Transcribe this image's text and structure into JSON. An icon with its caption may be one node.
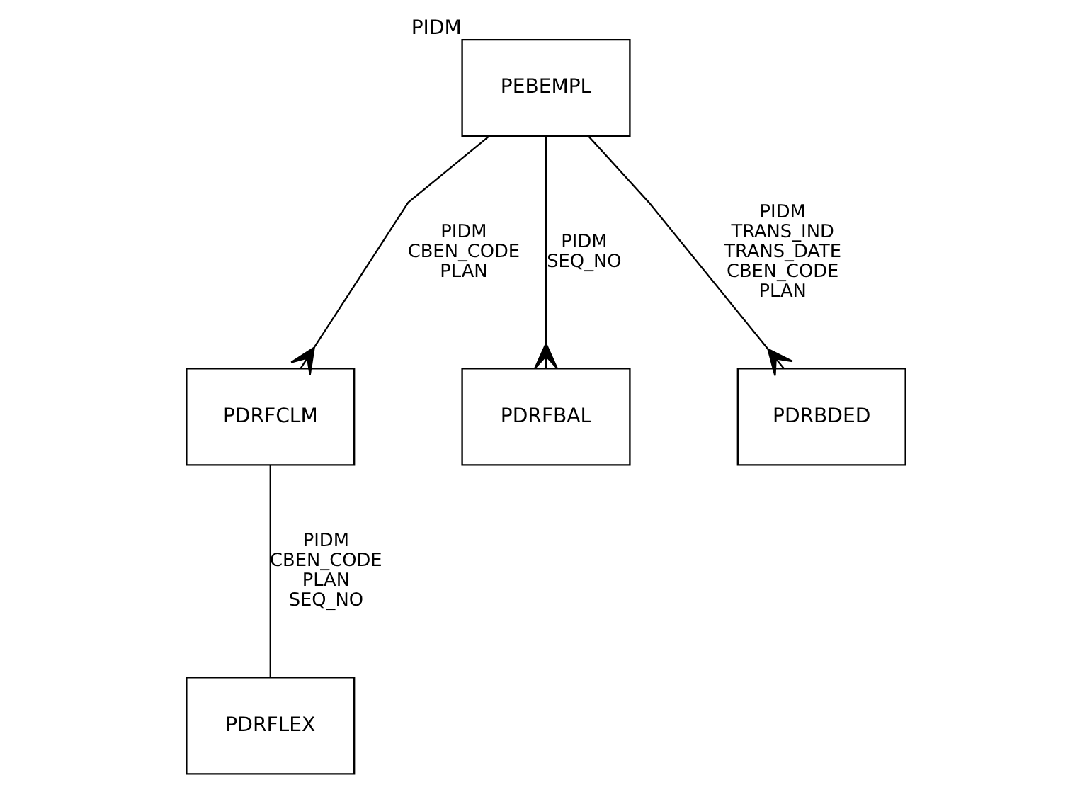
{
  "diagram": {
    "nodes": [
      {
        "text": [
          "PEBEMPL"
        ],
        "beside": [
          "PIDM"
        ]
      },
      {
        "text": [
          "PDRFCLM"
        ]
      },
      {
        "text": [
          "PDRFBAL"
        ]
      },
      {
        "text": [
          "PDRBDED"
        ]
      },
      {
        "text": [
          "PDRFLEX"
        ]
      }
    ],
    "edges": [
      {
        "from": 0,
        "to": 1,
        "arrow": "other",
        "label": "PIDM CBEN_CODE PLAN"
      },
      {
        "from": 0,
        "to": 2,
        "arrow": "other",
        "label": "PIDM SEQ_NO"
      },
      {
        "from": 0,
        "to": 3,
        "arrow": "other",
        "label": "PIDM TRANS_IND TRANS_DATE CBEN_CODE PLAN"
      },
      {
        "from": 1,
        "to": 4,
        "arrow": "none",
        "label": "PIDM CBEN_CODE PLAN SEQ_NO"
      }
    ]
  }
}
